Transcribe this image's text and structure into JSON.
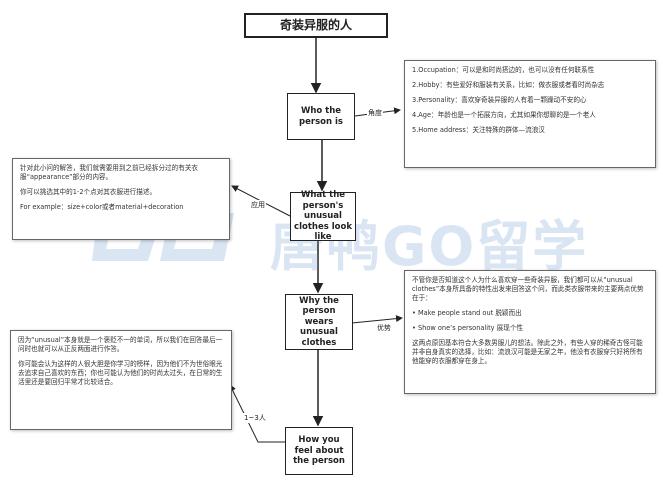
{
  "title": "奇装异服的人",
  "nodes": {
    "who": "Who the person is",
    "what": "What the person's unusual clothes look like",
    "why": "Why the person wears unusual clothes",
    "how": "How you feel about the person"
  },
  "edge_labels": {
    "angle": "角度",
    "apply": "应用",
    "advantage": "优势",
    "people": "1~3人"
  },
  "notes": {
    "who": [
      "1.Occupation：可以是和时尚搭边的，也可以没有任何联系性",
      "2.Hobby：有些爱好和服装有关系，比如：做衣服或者看时尚杂志",
      "3.Personality：喜欢穿奇装异服的人有着一颗躁动不安的心",
      "4.Age：年龄也是一个拓展方向，尤其如果你想聊的是一个老人",
      "5.Home address：关注特殊的群体—流浪汉"
    ],
    "what": [
      "针对此小问的解答，我们就需要用到之前已经拆分过的有关衣服“appearance”部分的内容。",
      "你可以挑选其中的1-2个点对其衣服进行描述。",
      "For example：size+color或者material+decoration"
    ],
    "why": [
      "不管你是否知道这个人为什么喜欢穿一些奇装异服，我们都可以从“unusual clothes”本身所具备的特性出发来回答这个问，而此类衣服带来的主要两点优势在于：",
      "• Make people stand out 脱颖而出",
      "• Show one’s personality 展现个性",
      "这两点原因基本符合大多数男服儿的想法。除此之外，有些人穿的稀奇古怪可能并非自身真实的选择，比如：流浪汉可能是无家之年，他没有衣服穿只好将所有他能穿的衣服都穿在身上。"
    ],
    "how": [
      "因为“unusual”本身就是一个褒贬不一的单词，所以我们在回答最后一问时也就可以从正反两面进行作答。",
      "你可能会认为这样的人很大胆是你学习的榜样，因为他们不为世俗眼光去追求自己喜欢的东西；你也可能认为他们的时尚太过头，在日常的生活里还是要回归平常才比较适合。"
    ]
  },
  "watermark": "唐鸭GO留学"
}
